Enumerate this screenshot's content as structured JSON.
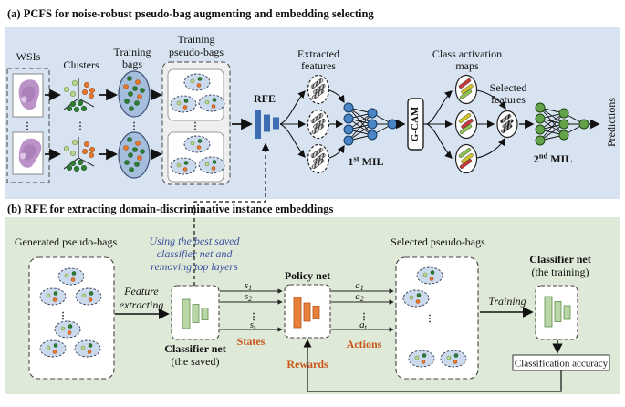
{
  "misc": {
    "vdots": "⋮"
  },
  "colors": {
    "panel_a_bg": "#d7e3f0",
    "panel_b_bg": "#dfe9d8",
    "rfe_bar": "#3d6eb4",
    "mil1_node": "#4a86c6",
    "mil2_node": "#63a24b",
    "classifier_bar": "#b9d7a6",
    "policy_bar": "#e8803b",
    "rl_label_text": "#c9571a",
    "note_text": "#3a4fa0",
    "bag_fill": "#a5bede",
    "instance_fill": "#ccdaee",
    "cam_red": "#c43b3b",
    "cam_yellow": "#cfc32c",
    "cam_green": "#8cc152",
    "dot_dark_green": "#2f7d33",
    "dot_light_green": "#b9d692",
    "dot_orange": "#e4792f"
  },
  "panel_a": {
    "title": "(a) PCFS for noise-robust pseudo-bag augmenting and embedding selecting",
    "wsis": "WSIs",
    "clusters": "Clusters",
    "training_bags_l1": "Training",
    "training_bags_l2": "bags",
    "training_pseudo_bags_l1": "Training",
    "training_pseudo_bags_l2": "pseudo-bags",
    "rfe": "RFE",
    "extracted_features_l1": "Extracted",
    "extracted_features_l2": "features",
    "first_mil": {
      "num": "1",
      "sup": "st",
      "rest": " MIL"
    },
    "gcam": "G-CAM",
    "cam_l1": "Class activation",
    "cam_l2": "maps",
    "selected_features_l1": "Selected",
    "selected_features_l2": "features",
    "second_mil": {
      "num": "2",
      "sup": "nd",
      "rest": " MIL"
    },
    "predictions": "Predictions"
  },
  "panel_b": {
    "title": "(b) RFE for extracting domain-discriminative instance embeddings",
    "generated_pseudo_bags": "Generated pseudo-bags",
    "note_l1": "Using the best saved",
    "note_l2": "classifier net and",
    "note_l3": "removing top layers",
    "feature_extracting_l1": "Feature",
    "feature_extracting_l2": "extracting",
    "classifier_saved_title": "Classifier net",
    "classifier_saved_sub": "(the saved)",
    "policy_net": "Policy net",
    "states": "States",
    "actions": "Actions",
    "rewards": "Rewards",
    "s1": {
      "base": "s",
      "sub": "1"
    },
    "s2": {
      "base": "s",
      "sub": "2"
    },
    "st": {
      "base": "s",
      "sub": "t"
    },
    "a1": {
      "base": "a",
      "sub": "1"
    },
    "a2": {
      "base": "a",
      "sub": "2"
    },
    "at": {
      "base": "a",
      "sub": "t"
    },
    "selected_pseudo_bags": "Selected pseudo-bags",
    "training": "Training",
    "classifier_training_title": "Classifier net",
    "classifier_training_sub": "(the training)",
    "classification_accuracy": "Classification accuracy"
  }
}
